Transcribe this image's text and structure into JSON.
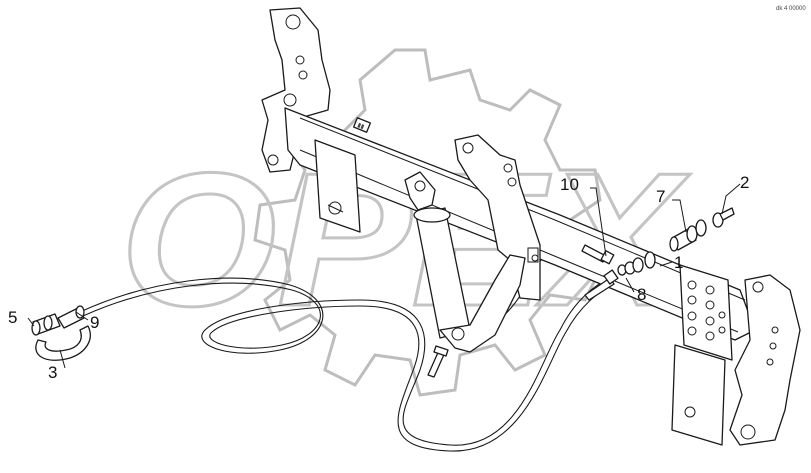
{
  "diagram": {
    "watermark_text": "OPEX",
    "corner_code": "dk 4 00000",
    "callouts": [
      {
        "id": "c1",
        "label": "1"
      },
      {
        "id": "c2",
        "label": "2"
      },
      {
        "id": "c3",
        "label": "3"
      },
      {
        "id": "c5",
        "label": "5"
      },
      {
        "id": "c7",
        "label": "7"
      },
      {
        "id": "c8",
        "label": "8"
      },
      {
        "id": "c9",
        "label": "9"
      },
      {
        "id": "c10",
        "label": "10"
      }
    ]
  }
}
